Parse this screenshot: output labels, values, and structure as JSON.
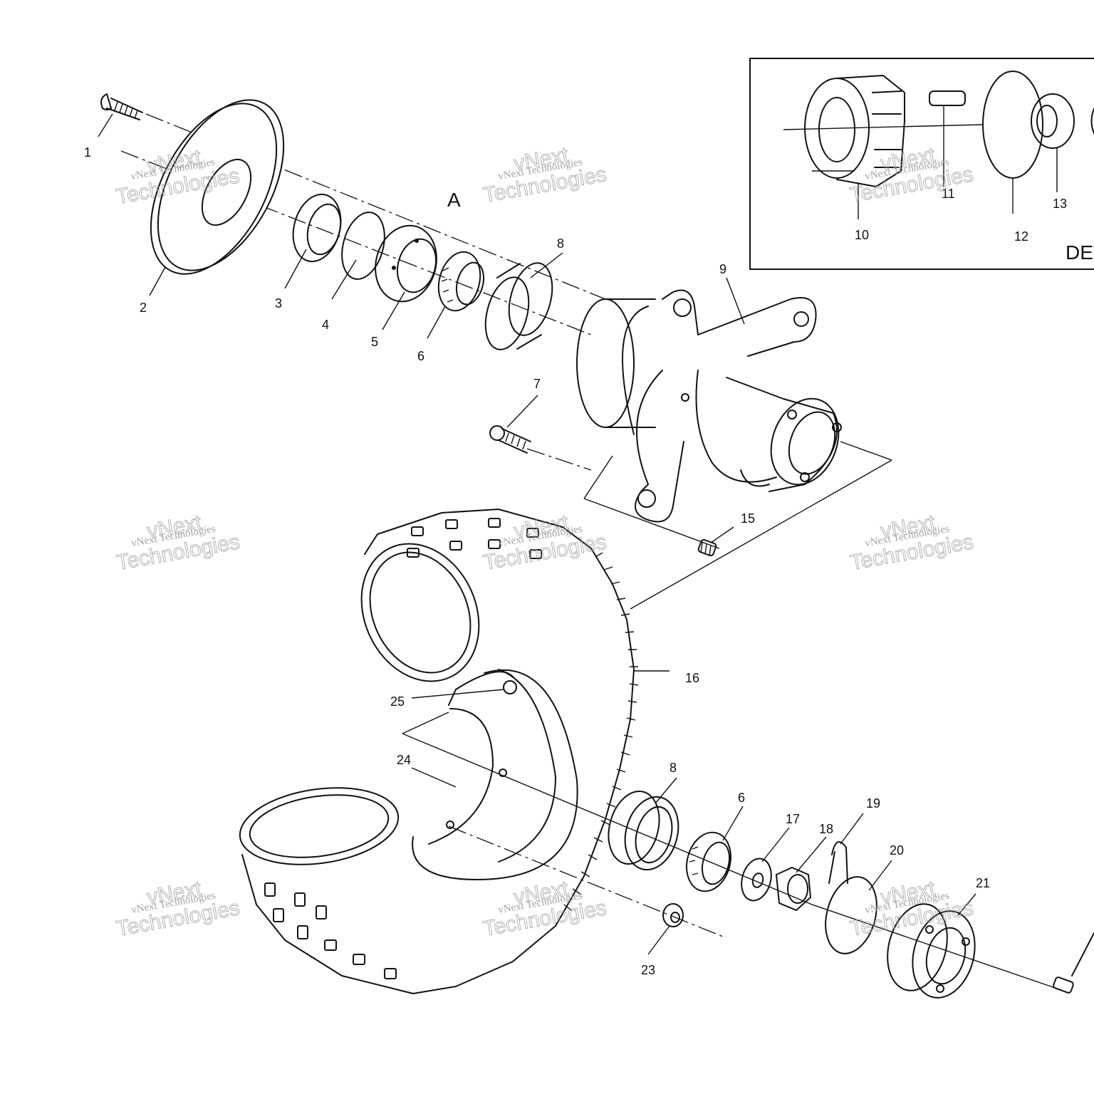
{
  "diagram": {
    "callouts": [
      "1",
      "2",
      "3",
      "4",
      "5",
      "6",
      "7",
      "8",
      "9",
      "10",
      "11",
      "12",
      "13",
      "15",
      "16",
      "17",
      "18",
      "19",
      "20",
      "21",
      "23",
      "24",
      "25"
    ],
    "detail_letter": "A",
    "detail_label": "DET",
    "watermark": {
      "line1": "vNext Technologies",
      "line2": "vNext",
      "line3": "Technologies"
    }
  }
}
